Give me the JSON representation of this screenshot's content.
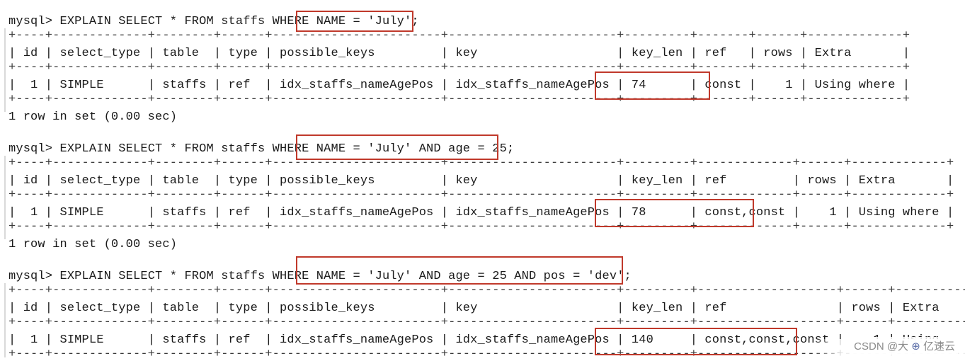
{
  "queries": [
    {
      "prompt": "mysql> ",
      "command": "EXPLAIN SELECT * FROM staffs WHERE NAME = 'July';",
      "border": "+----+-------------+--------+------+-----------------------+-----------------------+---------+-------+------+-------------+",
      "header": "| id | select_type | table  | type | possible_keys         | key                   | key_len | ref   | rows | Extra       |",
      "row": "|  1 | SIMPLE      | staffs | ref  | idx_staffs_nameAgePos | idx_staffs_nameAgePos | 74      | const |    1 | Using where |",
      "result": "1 row in set (0.00 sec)"
    },
    {
      "prompt": "mysql> ",
      "command": "EXPLAIN SELECT * FROM staffs WHERE NAME = 'July' AND age = 25;",
      "border": "+----+-------------+--------+------+-----------------------+-----------------------+---------+-------------+------+-------------+",
      "header": "| id | select_type | table  | type | possible_keys         | key                   | key_len | ref         | rows | Extra       |",
      "row": "|  1 | SIMPLE      | staffs | ref  | idx_staffs_nameAgePos | idx_staffs_nameAgePos | 78      | const,const |    1 | Using where |",
      "result": "1 row in set (0.00 sec)"
    },
    {
      "prompt": "mysql> ",
      "command": "EXPLAIN SELECT * FROM staffs WHERE NAME = 'July' AND age = 25 AND pos = 'dev';",
      "border": "+----+-------------+--------+------+-----------------------+-----------------------+---------+-------------------+------+-------------+",
      "header": "| id | select_type | table  | type | possible_keys         | key                   | key_len | ref               | rows | Extra       |",
      "row": "|  1 | SIMPLE      | staffs | ref  | idx_staffs_nameAgePos | idx_staffs_nameAgePos | 140     | const,const,const |    1 | Using",
      "result": ""
    }
  ],
  "watermark": {
    "text": "CSDN @大",
    "logo_text": "亿速云"
  },
  "colors": {
    "highlight": "#c0392b",
    "text": "#1a1a1a"
  }
}
